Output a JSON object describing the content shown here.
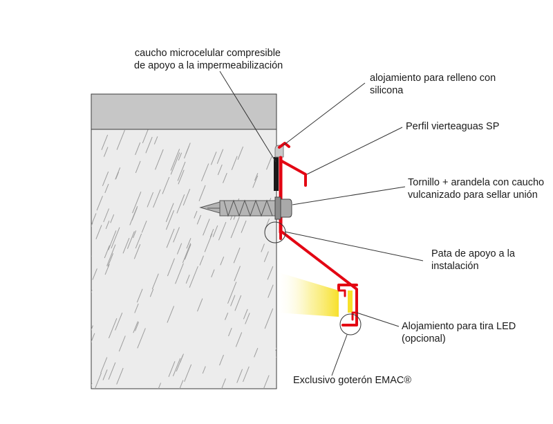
{
  "labels": {
    "caucho": [
      "caucho microcelular compresible",
      "de apoyo a la impermeabilización"
    ],
    "alojamiento_silicona": [
      "alojamiento para relleno con",
      "silicona"
    ],
    "perfil": [
      "Perfil vierteaguas SP"
    ],
    "tornillo": [
      "Tornillo + arandela con caucho",
      "vulcanizado para sellar unión"
    ],
    "pata": [
      "Pata de apoyo a la",
      "instalación"
    ],
    "led": [
      "Alojamiento para tira LED",
      "(opcional)"
    ],
    "goteron": [
      "Exclusivo goterón EMAC®"
    ]
  },
  "colors": {
    "profile_red": "#e30613",
    "wall_gray": "#ececec",
    "cap_gray": "#c6c6c6",
    "light_yellow": "#f7e02a",
    "screw_gray": "#a9a9a9",
    "rubber_black": "#1a1a1a"
  }
}
